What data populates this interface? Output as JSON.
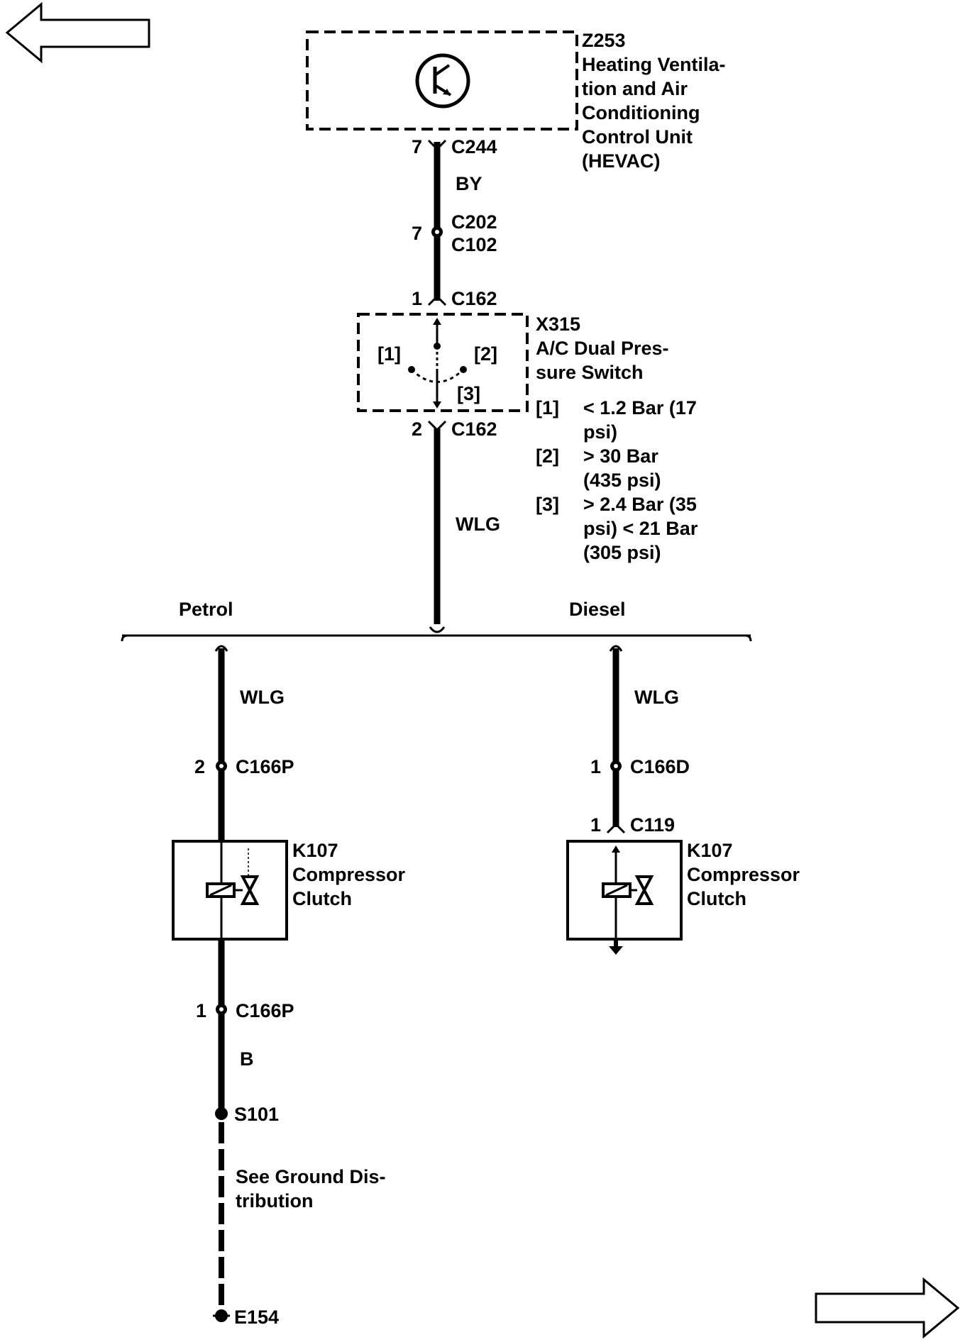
{
  "navigation": {
    "back_arrow": "left-arrow",
    "forward_arrow": "right-arrow"
  },
  "hevac": {
    "id": "Z253",
    "desc": [
      "Heating Ventila-",
      "tion and Air",
      "Conditioning",
      "Control Unit",
      "(HEVAC)"
    ],
    "icon": "transistor-icon"
  },
  "wire_top": {
    "c244_pin": "7",
    "c244_label": "C244",
    "color": "BY",
    "c202_pin": "7",
    "c202_label": "C202",
    "c102_label": "C102",
    "c162_in_pin": "1",
    "c162_in_label": "C162"
  },
  "switch": {
    "id": "X315",
    "desc": [
      "A/C Dual Pres-",
      "sure Switch"
    ],
    "pos1": "[1]",
    "pos2": "[2]",
    "pos3": "[3]",
    "c162_out_pin": "2",
    "c162_out_label": "C162",
    "legend": [
      {
        "key": "[1]",
        "lines": [
          "< 1.2 Bar (17",
          "psi)"
        ]
      },
      {
        "key": "[2]",
        "lines": [
          "> 30 Bar",
          "(435 psi)"
        ]
      },
      {
        "key": "[3]",
        "lines": [
          "> 2.4 Bar (35",
          "psi) < 21 Bar",
          "(305 psi)"
        ]
      }
    ]
  },
  "wire_mid": {
    "color": "WLG"
  },
  "branches": {
    "petrol": "Petrol",
    "diesel": "Diesel"
  },
  "petrol": {
    "wire_color": "WLG",
    "c166p_top_pin": "2",
    "c166p_top_label": "C166P",
    "clutch_id": "K107",
    "clutch_desc": [
      "Compressor",
      "Clutch"
    ],
    "c166p_bot_pin": "1",
    "c166p_bot_label": "C166P",
    "ground_color": "B",
    "splice": "S101",
    "see_ground": [
      "See Ground Dis-",
      "tribution"
    ],
    "ground": "E154"
  },
  "diesel": {
    "wire_color": "WLG",
    "c166d_pin": "1",
    "c166d_label": "C166D",
    "c119_pin": "1",
    "c119_label": "C119",
    "clutch_id": "K107",
    "clutch_desc": [
      "Compressor",
      "Clutch"
    ]
  }
}
